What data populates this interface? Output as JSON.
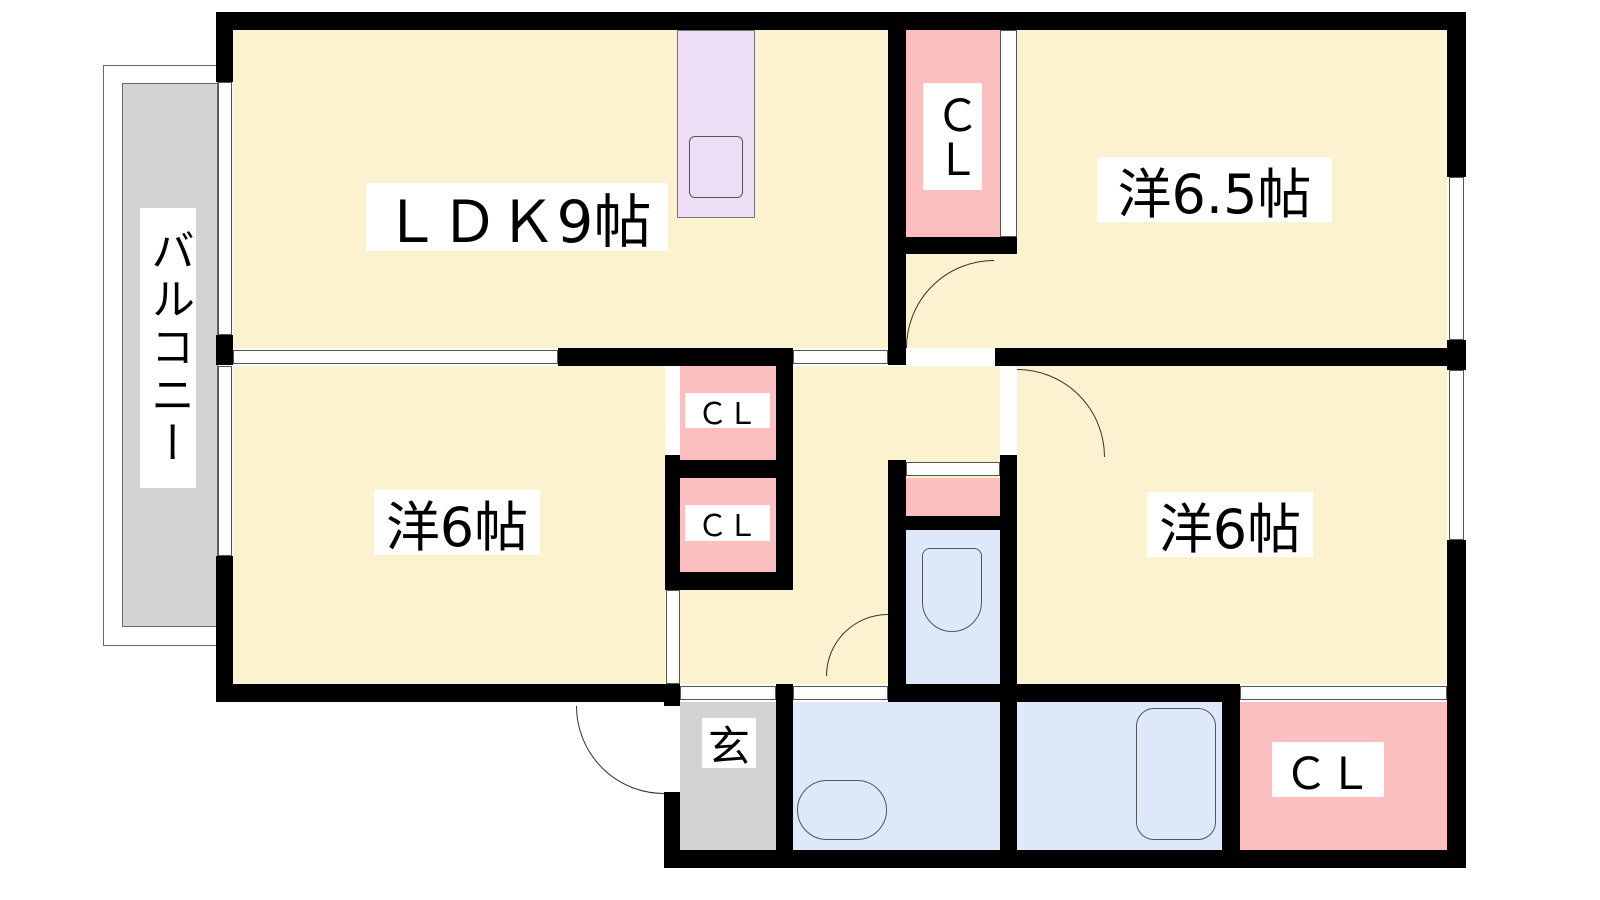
{
  "rooms": {
    "ldk": "ＬＤＫ9帖",
    "western_65": "洋6.5帖",
    "western_6_left": "洋6帖",
    "western_6_right": "洋6帖",
    "entrance": "玄",
    "balcony": "バルコニー"
  },
  "closets": {
    "top": "ＣＬ",
    "hall_1": "ＣＬ",
    "hall_2": "ＣＬ",
    "bottom_right": "ＣＬ"
  },
  "colors": {
    "room": "#fdf2d0",
    "closet": "#fbbfbf",
    "wet": "#dde9fb",
    "kitchen": "#ecdff5",
    "entrance": "#d3d3d3"
  }
}
